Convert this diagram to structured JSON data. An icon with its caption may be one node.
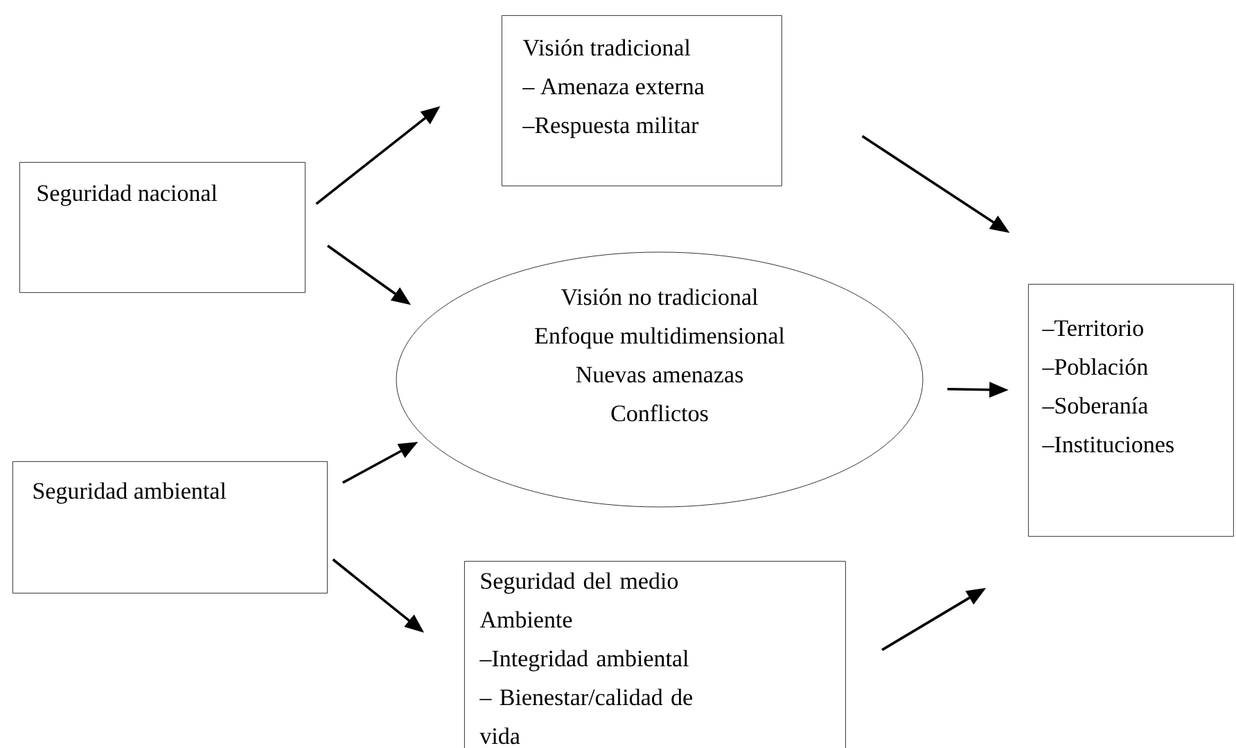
{
  "diagram": {
    "nodes": [
      {
        "text": [
          "Seguridad nacional"
        ]
      },
      {
        "text": [
          "Visión tradicional",
          "– Amenaza externa",
          "–Respuesta militar"
        ]
      },
      {
        "text": [
          "Visión no tradicional",
          "Enfoque multidimensional",
          "Nuevas amenazas",
          "Conflictos"
        ]
      },
      {
        "text": [
          "–Territorio",
          "–Población",
          "–Soberanía",
          "–Instituciones"
        ]
      },
      {
        "text": [
          "Seguridad ambiental"
        ]
      },
      {
        "text": [
          "Seguridad del medio Ambiente",
          "–Integridad ambiental",
          "– Bienestar/calidad de vida"
        ]
      }
    ],
    "edges": [
      {
        "from": 0,
        "to": 1,
        "arrow": "to"
      },
      {
        "from": 0,
        "to": 2,
        "arrow": "to"
      },
      {
        "from": 4,
        "to": 2,
        "arrow": "to"
      },
      {
        "from": 4,
        "to": 5,
        "arrow": "to"
      },
      {
        "from": 1,
        "to": 3,
        "arrow": "to"
      },
      {
        "from": 2,
        "to": 3,
        "arrow": "to"
      },
      {
        "from": 5,
        "to": 3,
        "arrow": "to"
      }
    ]
  }
}
